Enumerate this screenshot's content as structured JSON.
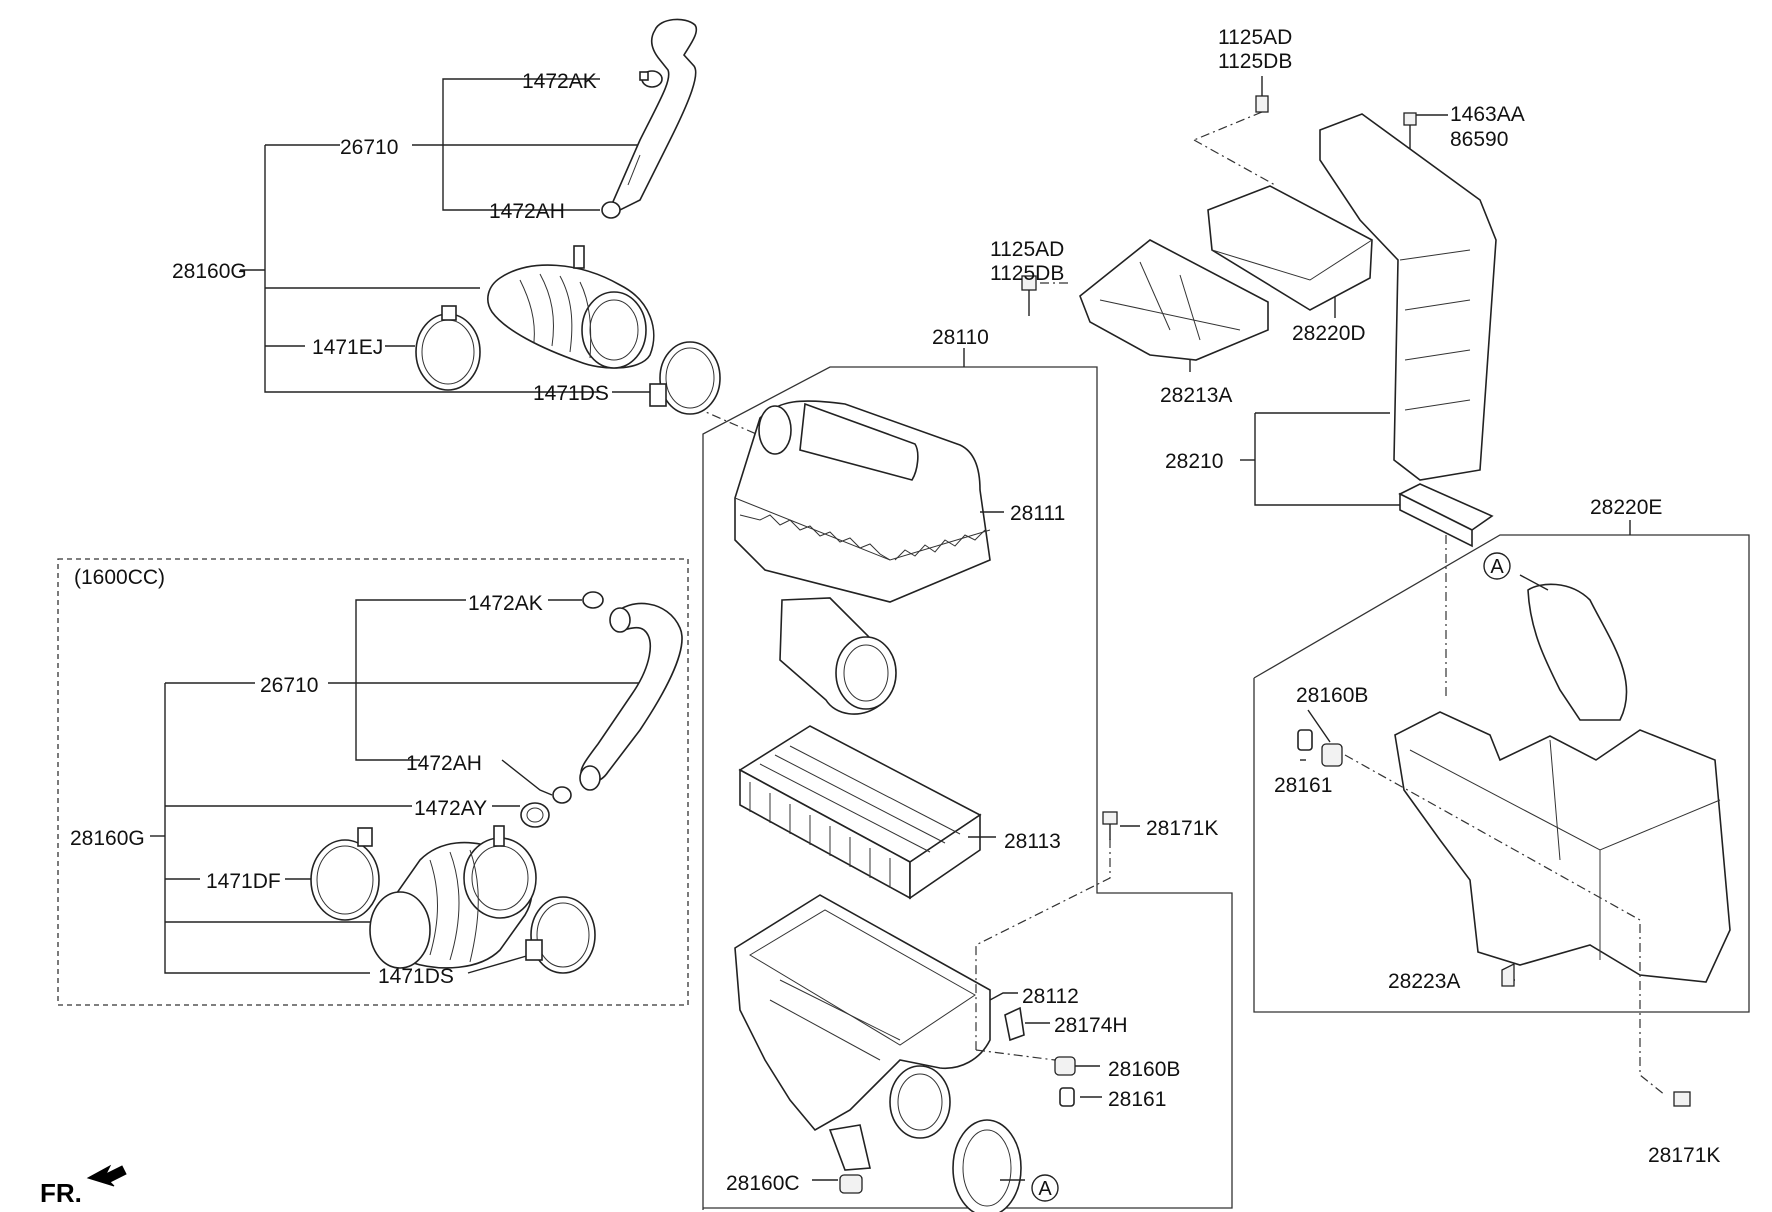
{
  "variant_label": "(1600CC)",
  "front_indicator": "FR.",
  "ref_marker": "A",
  "labels": {
    "l1472AK_top": "1472AK",
    "l26710_top": "26710",
    "l1472AH_top": "1472AH",
    "l28160G_top": "28160G",
    "l1471EJ": "1471EJ",
    "l1471DS_top": "1471DS",
    "l1125AD_top": "1125AD",
    "l1125DB_top": "1125DB",
    "l1463AA": "1463AA",
    "l86590": "86590",
    "l1125AD_mid": "1125AD",
    "l1125DB_mid": "1125DB",
    "l28220D": "28220D",
    "l28213A": "28213A",
    "l28110": "28110",
    "l28111": "28111",
    "l28210": "28210",
    "l28220E": "28220E",
    "l1472AK_low": "1472AK",
    "l26710_low": "26710",
    "l1472AH_low": "1472AH",
    "l1472AY": "1472AY",
    "l28160G_low": "28160G",
    "l1471DF": "1471DF",
    "l1471DS_low": "1471DS",
    "l28113": "28113",
    "l28171K_mid": "28171K",
    "l28112": "28112",
    "l28174H": "28174H",
    "l28160B_low": "28160B",
    "l28161_low": "28161",
    "l28160C": "28160C",
    "l28160B_right": "28160B",
    "l28161_right": "28161",
    "l28223A": "28223A",
    "l28171K_right": "28171K"
  }
}
